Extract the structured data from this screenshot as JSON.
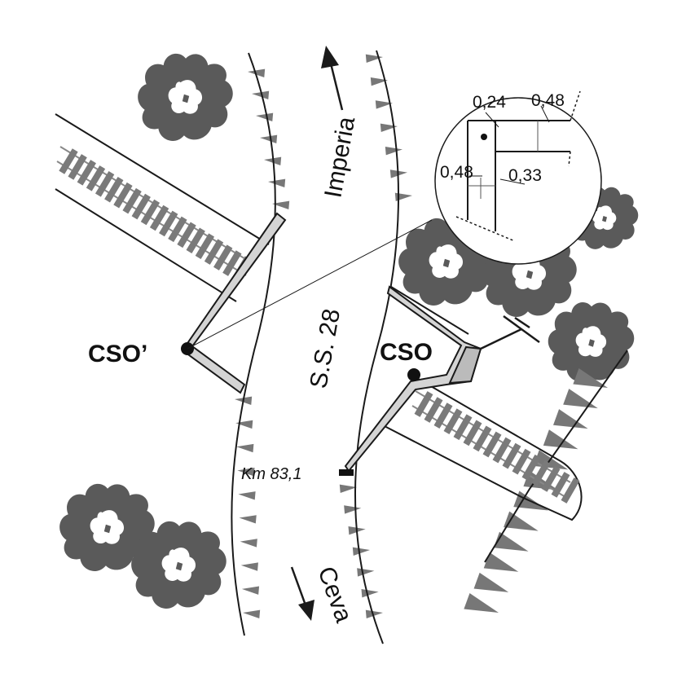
{
  "labels": {
    "road": "S.S. 28",
    "north_direction": "Imperia",
    "south_direction": "Ceva",
    "station_left": "CSO’",
    "station_right": "CSO",
    "km_marker": "Km 83,1"
  },
  "detail_dimensions": {
    "top_left": "0,24",
    "top_right": "0,48",
    "mid_left": "0,48",
    "mid_right": "0,33"
  },
  "colors": {
    "line": "#1a1a1a",
    "tree": "#5a5a5a",
    "rail": "#7a7a7a",
    "fill_light": "#d4d4d4",
    "hachure": "#777777"
  }
}
